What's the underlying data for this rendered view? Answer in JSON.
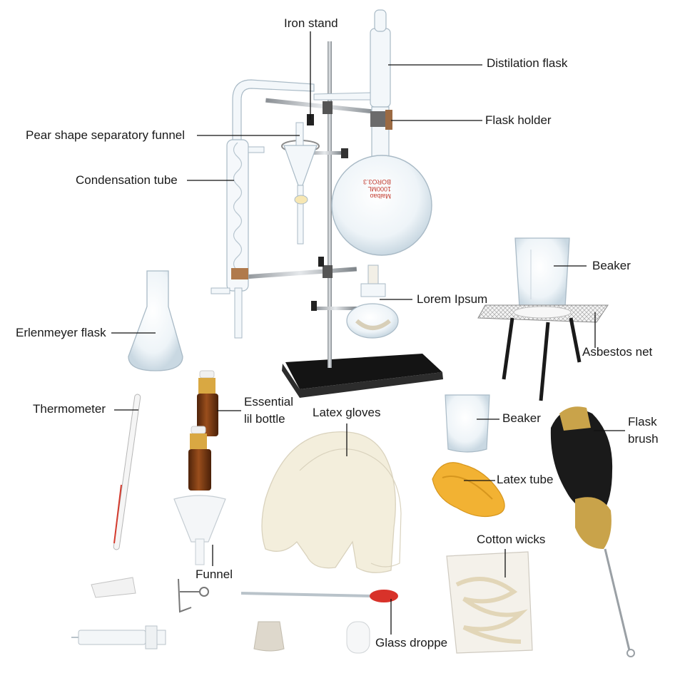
{
  "labels": {
    "iron_stand": "Iron stand",
    "distillation_flask": "Distilation flask",
    "flask_holder": "Flask holder",
    "separatory_funnel": "Pear shape separatory funnel",
    "condensation_tube": "Condensation tube",
    "beaker_large": "Beaker",
    "lorem": "Lorem Ipsum",
    "erlenmeyer": "Erlenmeyer flask",
    "asbestos_net": "Asbestos net",
    "thermometer": "Thermometer",
    "essential_oil_1": "Essential",
    "essential_oil_2": "lil bottle",
    "latex_gloves": "Latex gloves",
    "beaker_small": "Beaker",
    "flask_brush_1": "Flask",
    "flask_brush_2": "brush",
    "latex_tube": "Latex tube",
    "cotton_wicks": "Cotton wicks",
    "funnel": "Funnel",
    "glass_dropper": "Glass droppe"
  },
  "flask_print": [
    "Maibao",
    "1000ML",
    "BORO3.3"
  ],
  "colors": {
    "glass": "#e9f1f6",
    "glass_edge": "#9fb2bf",
    "stand_base": "#111111",
    "amber_bottle": "#7a3b12",
    "brush_dark": "#1a1a1a",
    "brush_gold": "#c9a34a",
    "latex": "#f2b233",
    "dropper_bulb": "#d8322a",
    "glove": "#f3eedc"
  }
}
